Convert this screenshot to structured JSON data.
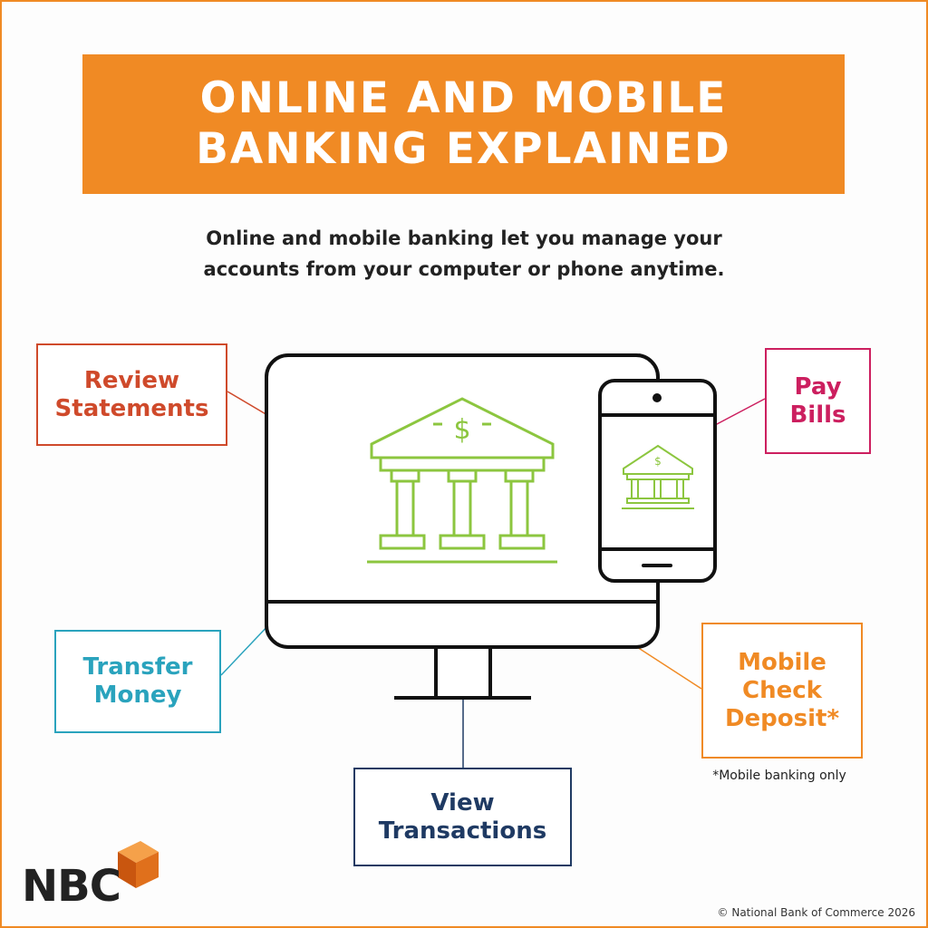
{
  "banner": {
    "line1": "ONLINE AND MOBILE",
    "line2": "BANKING EXPLAINED"
  },
  "subtitle": {
    "line1": "Online and mobile banking let you manage your",
    "line2": "accounts from your computer or phone anytime."
  },
  "features": {
    "review": {
      "line1": "Review",
      "line2": "Statements"
    },
    "pay": {
      "line1": "Pay",
      "line2": "Bills"
    },
    "transfer": {
      "line1": "Transfer",
      "line2": "Money"
    },
    "mobile": {
      "line1": "Mobile",
      "line2": "Check",
      "line3": "Deposit*"
    },
    "view": {
      "line1": "View",
      "line2": "Transactions"
    }
  },
  "note": "*Mobile banking only",
  "copyright": "© National Bank of Commerce 2026",
  "logo": {
    "text": "NBC"
  },
  "icons": {
    "bank": "bank-building-icon",
    "dollar": "$"
  },
  "colors": {
    "brand_orange": "#f08a24",
    "review": "#cf4a2b",
    "pay": "#cc1f5f",
    "transfer": "#2aa3bd",
    "view": "#1f3a63",
    "bank_icon": "#8cc63f"
  }
}
